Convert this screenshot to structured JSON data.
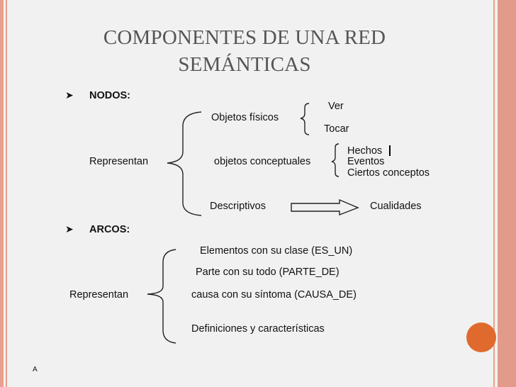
{
  "title_lines": [
    "COMPONENTES DE UNA RED",
    "SEMÁNTICAS"
  ],
  "nodos": {
    "header": "NODOS:",
    "represent": "Representan",
    "objetos_fisicos": "Objetos físicos",
    "fisicos_items": [
      "Ver",
      "Tocar"
    ],
    "objetos_conceptuales": "objetos conceptuales",
    "conceptuales_items": [
      "Hechos",
      "Eventos",
      "Ciertos conceptos"
    ],
    "descriptivos": "Descriptivos",
    "cualidades": "Cualidades"
  },
  "arcos": {
    "header": "ARCOS:",
    "represent": "Representan",
    "items": [
      "Elementos  con su clase  (ES_UN)",
      "Parte  con su todo (PARTE_DE)",
      "causa  con su síntoma  (CAUSA_DE)",
      "Definiciones y características"
    ]
  },
  "footer_label": "A",
  "colors": {
    "stripe": "#e9a08f",
    "accent": "#e06a2e",
    "title": "#555555"
  }
}
